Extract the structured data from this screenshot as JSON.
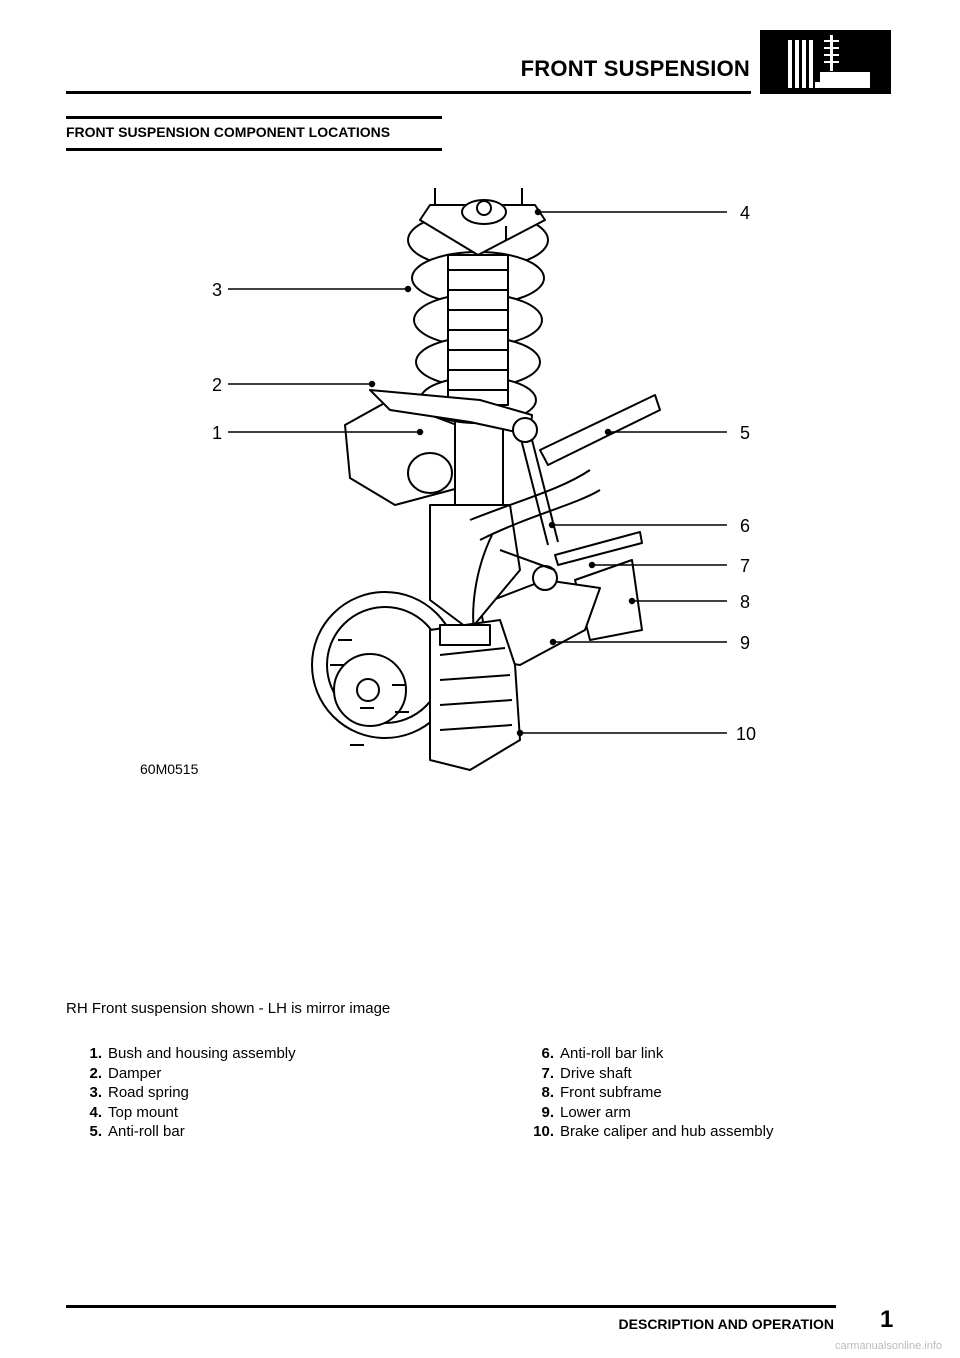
{
  "header": {
    "title": "FRONT SUSPENSION",
    "badge_icon": "suspension-section-icon"
  },
  "section": {
    "title": "FRONT SUSPENSION COMPONENT LOCATIONS"
  },
  "figure": {
    "code": "60M0515",
    "callouts": [
      "1",
      "2",
      "3",
      "4",
      "5",
      "6",
      "7",
      "8",
      "9",
      "10"
    ]
  },
  "caption": "RH Front suspension shown - LH is mirror image",
  "legend": {
    "left": [
      {
        "num": "1.",
        "label": "Bush and housing assembly"
      },
      {
        "num": "2.",
        "label": "Damper"
      },
      {
        "num": "3.",
        "label": "Road spring"
      },
      {
        "num": "4.",
        "label": "Top mount"
      },
      {
        "num": "5.",
        "label": "Anti-roll bar"
      }
    ],
    "right": [
      {
        "num": "6.",
        "label": "Anti-roll bar link"
      },
      {
        "num": "7.",
        "label": "Drive shaft"
      },
      {
        "num": "8.",
        "label": "Front subframe"
      },
      {
        "num": "9.",
        "label": "Lower arm"
      },
      {
        "num": "10.",
        "label": "Brake caliper and hub assembly"
      }
    ]
  },
  "footer": {
    "title": "DESCRIPTION AND OPERATION",
    "page": "1",
    "watermark": "carmanualsonline.info"
  }
}
